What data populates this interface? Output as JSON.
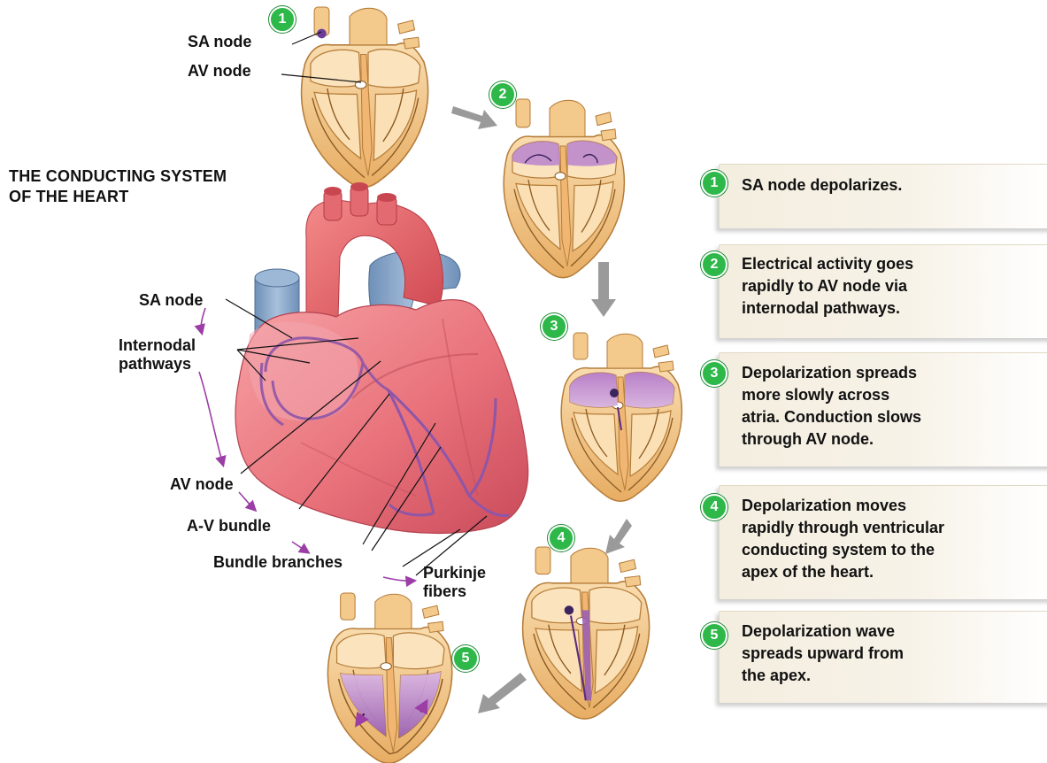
{
  "title": [
    "THE CONDUCTING SYSTEM",
    "OF THE HEART"
  ],
  "small_heart_labels": {
    "sa_node": "SA node",
    "av_node": "AV node"
  },
  "main_heart_labels": {
    "sa_node": "SA node",
    "internodal": [
      "Internodal",
      "pathways"
    ],
    "av_node": "AV node",
    "av_bundle": "A-V bundle",
    "bundle_branches": "Bundle branches",
    "purkinje": [
      "Purkinje",
      "fibers"
    ]
  },
  "step_numbers": [
    "1",
    "2",
    "3",
    "4",
    "5"
  ],
  "steps": [
    {
      "number": "1",
      "lines": [
        "SA node depolarizes."
      ]
    },
    {
      "number": "2",
      "lines": [
        "Electrical activity goes",
        "rapidly to AV node via",
        "internodal pathways."
      ]
    },
    {
      "number": "3",
      "lines": [
        "Depolarization spreads",
        "more slowly across",
        "atria. Conduction slows",
        "through AV node."
      ]
    },
    {
      "number": "4",
      "lines": [
        "Depolarization moves",
        "rapidly through ventricular",
        "conducting system to the",
        "apex of the heart."
      ]
    },
    {
      "number": "5",
      "lines": [
        "Depolarization wave",
        "spreads upward from",
        "the apex."
      ]
    }
  ],
  "colors": {
    "badge_green": "#2fb84a",
    "heart_pink": "#e8707a",
    "aorta_red": "#e05a5e",
    "vena_blue": "#8aa8c8",
    "depolarized_purple": "#9a5fb0",
    "chamber_tan": "#f1c27f"
  }
}
